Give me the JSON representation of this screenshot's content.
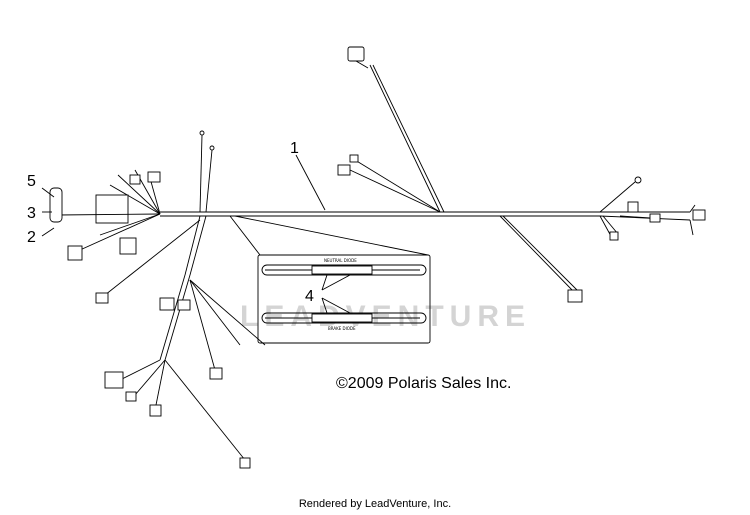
{
  "callouts": {
    "c1": "1",
    "c2": "2",
    "c3": "3",
    "c4": "4",
    "c5": "5"
  },
  "inset": {
    "upper_label": "NEUTRAL DIODE",
    "lower_label": "BRAKE DIODE"
  },
  "copyright": "©2009 Polaris Sales Inc.",
  "watermark": "LEADVENTURE",
  "footer": "Rendered by LeadVenture, Inc."
}
